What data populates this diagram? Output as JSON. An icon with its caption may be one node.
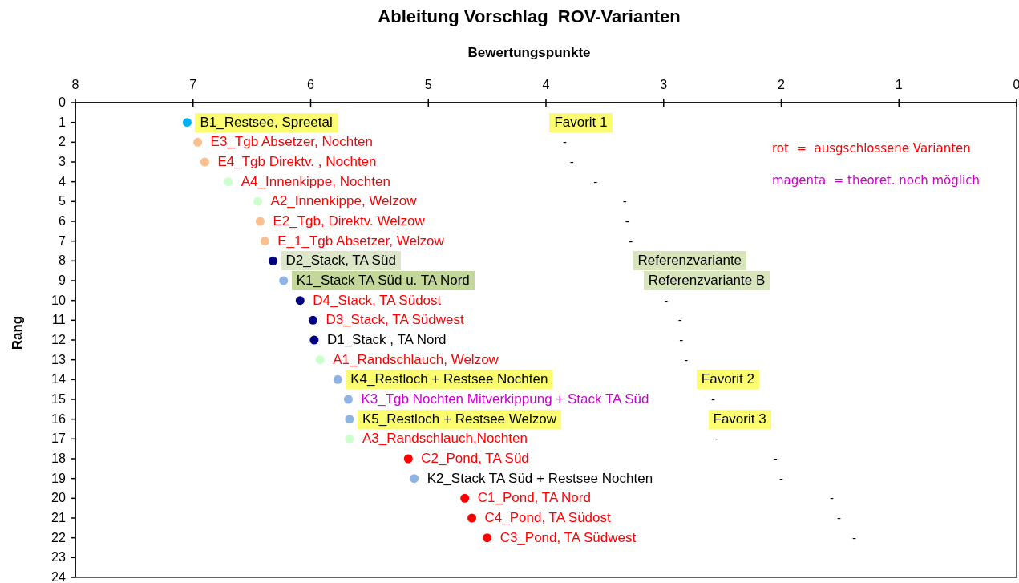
{
  "diagram": {
    "title": "Ableitung Vorschlag  ROV-Varianten",
    "labels": [
      "-",
      "-",
      "-",
      "-",
      "-",
      "-",
      "-",
      "-",
      "-",
      "-",
      "-",
      "-",
      "-",
      "-",
      "-",
      "-",
      "-"
    ],
    "legend": [
      {
        "text": "rot  =  ausgschlossene Varianten",
        "color": "#ff0000"
      },
      {
        "text": "magenta  = theoret. noch möglich",
        "color": "#cc00cc"
      }
    ],
    "chart_data": {
      "type": "scatter",
      "xlabel": "Bewertungspunkte",
      "ylabel": "Rang",
      "xlim": [
        8,
        0
      ],
      "ylim": [
        24,
        0
      ],
      "xticks": [
        8,
        7,
        6,
        5,
        4,
        3,
        2,
        1,
        0
      ],
      "yticks": [
        0,
        1,
        2,
        3,
        4,
        5,
        6,
        7,
        8,
        9,
        10,
        11,
        12,
        13,
        14,
        15,
        16,
        17,
        18,
        19,
        20,
        21,
        22,
        23,
        24
      ],
      "series": [
        {
          "color": "#00b0f0",
          "marker": "circle",
          "x": [
            7.05
          ],
          "values": [
            1
          ]
        },
        {
          "color": "#fac090",
          "marker": "circle",
          "x": [
            6.96,
            6.9,
            6.43,
            6.39
          ],
          "values": [
            2,
            3,
            6,
            7
          ]
        },
        {
          "color": "#ccffcc",
          "marker": "circle",
          "x": [
            6.7,
            6.45,
            5.92,
            5.67
          ],
          "values": [
            4,
            5,
            13,
            17
          ]
        },
        {
          "color": "#000080",
          "marker": "circle",
          "x": [
            6.32,
            6.09,
            5.98,
            5.97
          ],
          "values": [
            8,
            10,
            11,
            12
          ]
        },
        {
          "color": "#8db4e2",
          "marker": "circle",
          "x": [
            6.23,
            5.77,
            5.68,
            5.67,
            5.12
          ],
          "values": [
            9,
            14,
            15,
            16,
            19
          ]
        },
        {
          "color": "#ff0000",
          "marker": "circle",
          "x": [
            5.17,
            4.69,
            4.63,
            4.5
          ],
          "values": [
            18,
            20,
            21,
            22
          ]
        }
      ],
      "annotations": [
        {
          "text": "B1_Restsee, Spreetal",
          "x": 7.05,
          "y": 1
        },
        "Favorit 1",
        {
          "text": "E3_Tgb Absetzer, Nochten",
          "x": 6.96,
          "y": 2
        },
        {
          "text": "E4_Tgb Direktv. , Nochten",
          "x": 6.9,
          "y": 3
        },
        {
          "text": "A4_Innenkippe, Nochten",
          "x": 6.7,
          "y": 4
        },
        {
          "text": "A2_Innenkippe, Welzow",
          "x": 6.45,
          "y": 5
        },
        {
          "text": "E2_Tgb, Direktv. Welzow",
          "x": 6.43,
          "y": 6
        },
        {
          "text": "E_1_Tgb Absetzer, Welzow",
          "x": 6.39,
          "y": 7
        },
        {
          "text": "D2_Stack, TA Süd",
          "x": 6.32,
          "y": 8
        },
        "Referenzvariante",
        {
          "text": "K1_Stack TA Süd u. TA Nord",
          "x": 6.23,
          "y": 9
        },
        "Referenzvariante B",
        {
          "text": "D4_Stack, TA Südost",
          "x": 6.09,
          "y": 10
        },
        {
          "text": "D3_Stack, TA Südwest",
          "x": 5.98,
          "y": 11
        },
        {
          "text": "D1_Stack , TA Nord",
          "x": 5.97,
          "y": 12
        },
        {
          "text": "A1_Randschlauch, Welzow",
          "x": 5.92,
          "y": 13
        },
        {
          "text": "K4_Restloch + Restsee Nochten",
          "x": 5.77,
          "y": 14
        },
        "Favorit 2",
        {
          "text": "K3_Tgb Nochten Mitverkippung + Stack TA Süd",
          "x": 5.68,
          "y": 15
        },
        {
          "text": "K5_Restloch + Restsee Welzow",
          "x": 5.67,
          "y": 16
        },
        "Favorit 3",
        {
          "text": "A3_Randschlauch,Nochten",
          "x": 5.67,
          "y": 17
        },
        {
          "text": "C2_Pond, TA Süd",
          "x": 5.17,
          "y": 18
        },
        {
          "text": "K2_Stack TA Süd + Restsee Nochten",
          "x": 5.12,
          "y": 19
        },
        {
          "text": "C1_Pond, TA Nord",
          "x": 4.69,
          "y": 20
        },
        {
          "text": "C4_Pond, TA Südost",
          "x": 4.63,
          "y": 21
        },
        {
          "text": "C3_Pond, TA Südwest",
          "x": 4.5,
          "y": 22
        }
      ]
    }
  }
}
